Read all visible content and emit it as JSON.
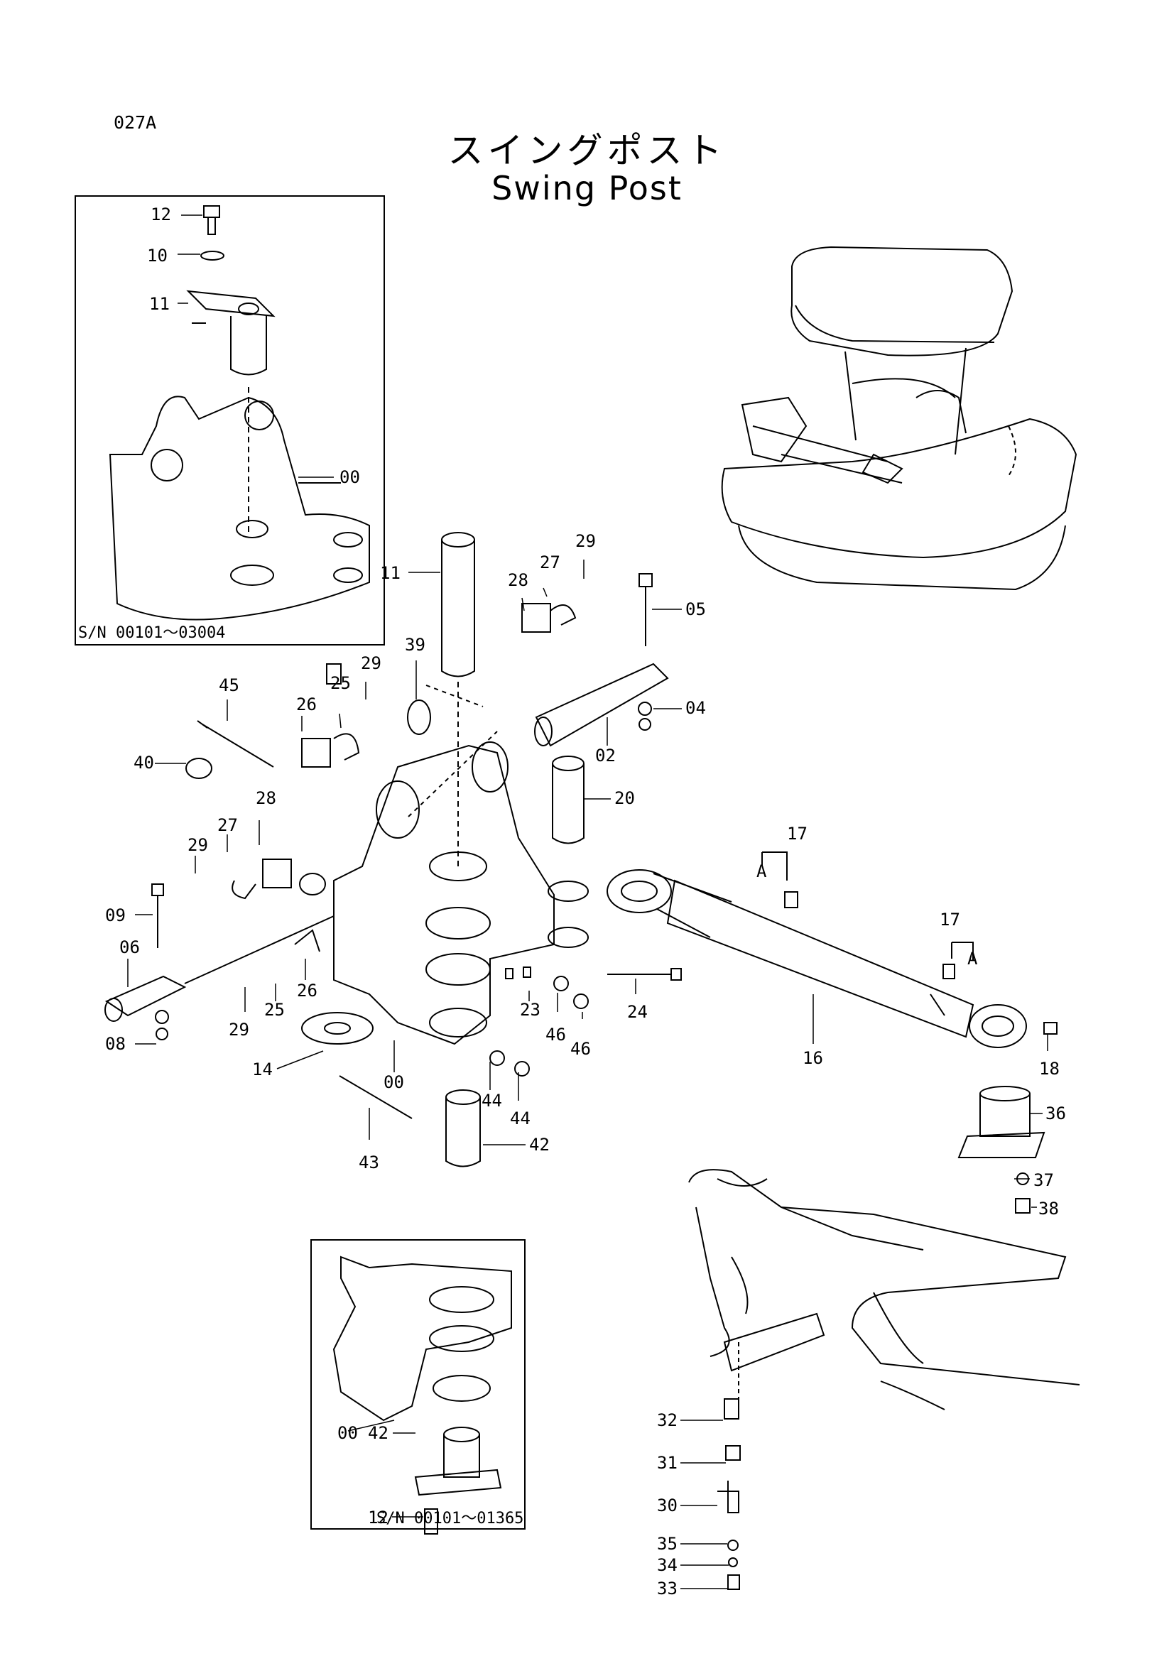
{
  "page_code": "027A",
  "title_jp": "スイングポスト",
  "title_en": "Swing Post",
  "inset_top": {
    "serial_range": "S/N 00101～03004"
  },
  "inset_bottom": {
    "serial_range": "S/N 00101～01365"
  },
  "labels": {
    "inset_top": [
      "12",
      "10",
      "11",
      "00"
    ],
    "main": [
      "11",
      "29",
      "27",
      "28",
      "05",
      "39",
      "29",
      "25",
      "26",
      "04",
      "02",
      "45",
      "40",
      "20",
      "28",
      "17",
      "A",
      "29",
      "27",
      "09",
      "06",
      "08",
      "29",
      "25",
      "26",
      "23",
      "46",
      "46",
      "24",
      "17",
      "A",
      "16",
      "18",
      "14",
      "00",
      "44",
      "44",
      "42",
      "43",
      "36",
      "37",
      "38"
    ],
    "inset_bottom": [
      "00",
      "42",
      "12"
    ],
    "lower_right": [
      "32",
      "31",
      "30",
      "35",
      "34",
      "33"
    ]
  }
}
